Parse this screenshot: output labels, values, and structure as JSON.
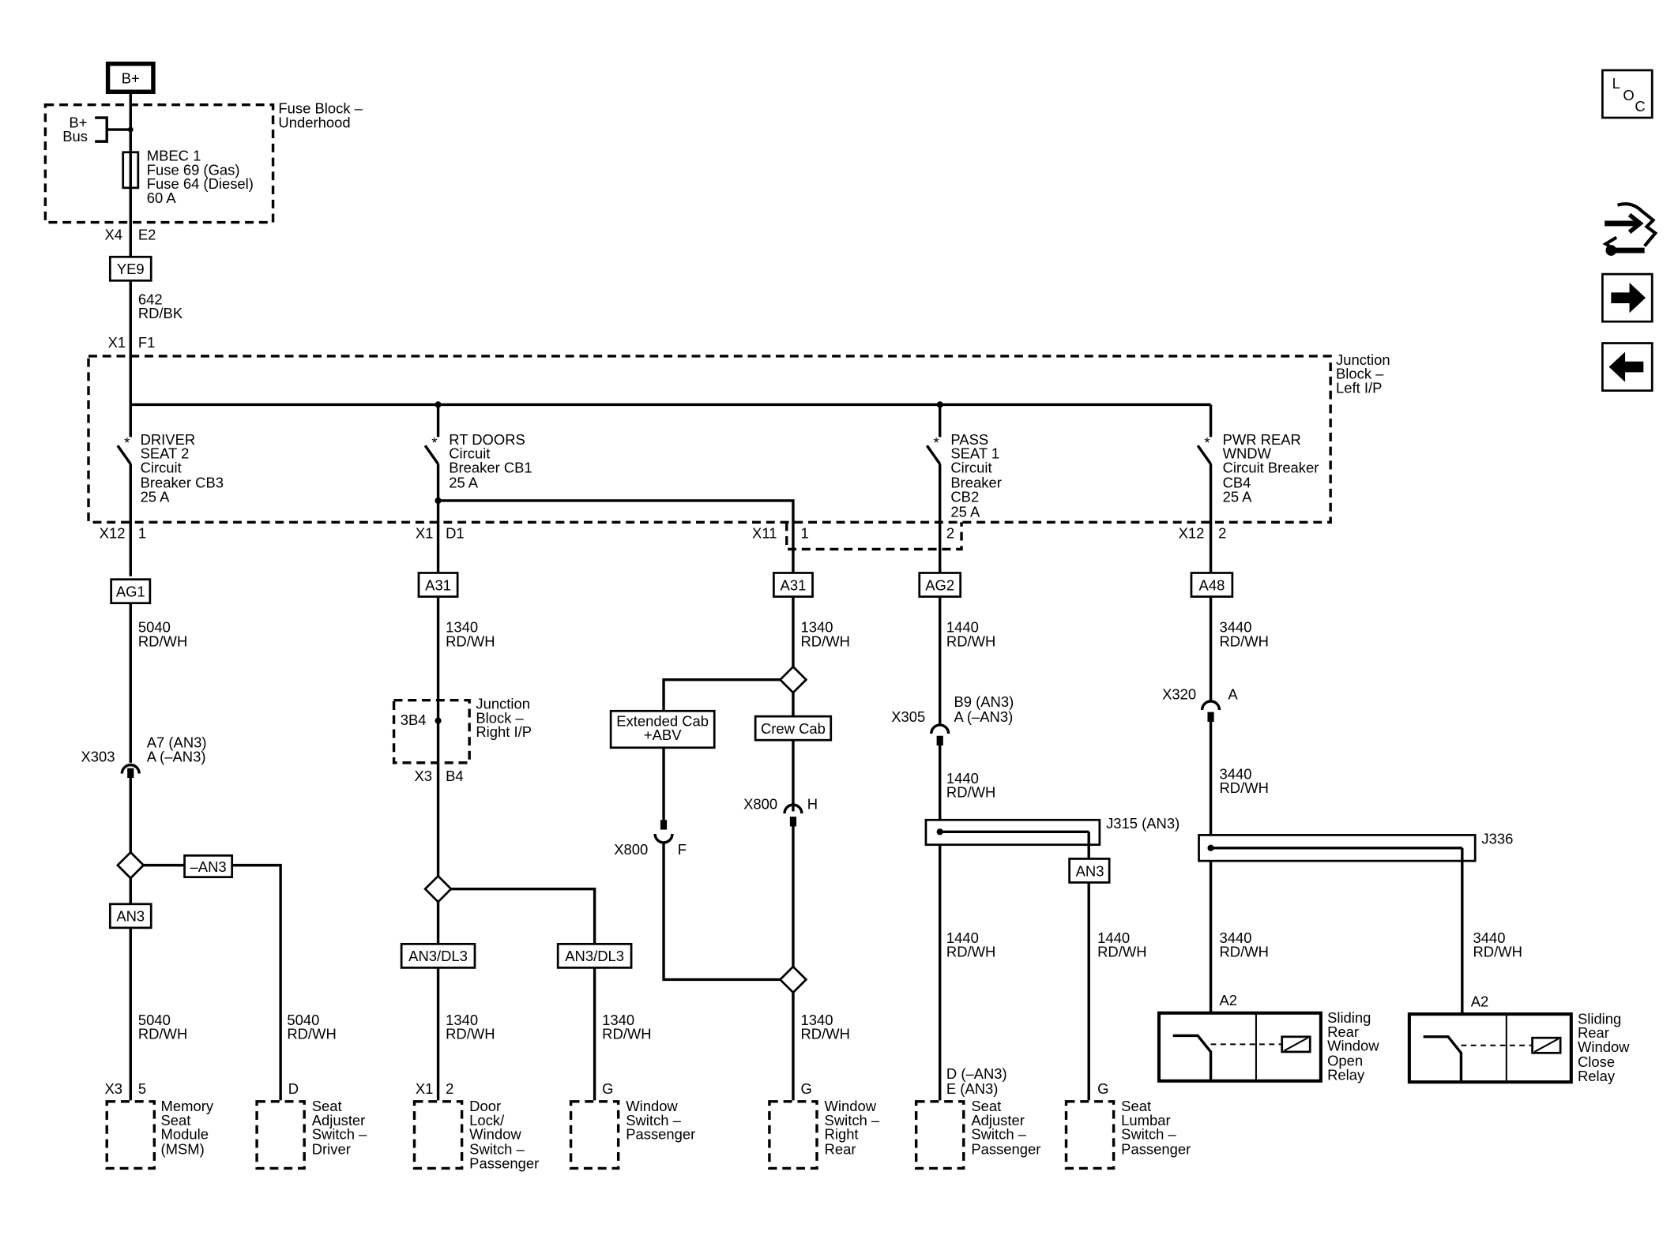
{
  "power": {
    "source": "B+"
  },
  "fuse_block": {
    "title_1": "Fuse Block –",
    "title_2": "Underhood",
    "bus_1": "B+",
    "bus_2": "Bus",
    "fuse_1": "MBEC 1",
    "fuse_2": "Fuse 69 (Gas)",
    "fuse_3": "Fuse 64 (Diesel)",
    "fuse_4": "60 A",
    "conn": "X4",
    "pin": "E2"
  },
  "feed": {
    "option": "YE9",
    "circuit": "642",
    "color": "RD/BK",
    "conn": "X1",
    "pin": "F1"
  },
  "junction_block": {
    "title_1": "Junction",
    "title_2": "Block –",
    "title_3": "Left I/P"
  },
  "breakers": {
    "cb3": {
      "l1": "DRIVER",
      "l2": "SEAT 2",
      "l3": "Circuit",
      "l4": "Breaker CB3",
      "l5": "25 A",
      "conn": "X12",
      "pin": "1"
    },
    "cb1": {
      "l1": "RT DOORS",
      "l2": "Circuit",
      "l3": "Breaker CB1",
      "l4": "25 A",
      "conn": "X1",
      "pin": "D1",
      "conn2": "X11",
      "pin2": "1"
    },
    "cb2": {
      "l1": "PASS",
      "l2": "SEAT 1",
      "l3": "Circuit",
      "l4": "Breaker",
      "l5": "CB2",
      "l6": "25 A",
      "pin": "2"
    },
    "cb4": {
      "l1": "PWR REAR",
      "l2": "WNDW",
      "l3": "Circuit Breaker",
      "l4": "CB4",
      "l5": "25 A",
      "conn": "X12",
      "pin": "2"
    }
  },
  "branch_driver": {
    "option": "AG1",
    "circuit": "5040",
    "color": "RD/WH",
    "inline": "X303",
    "pin_a": "A7 (AN3)",
    "pin_b": "A (–AN3)",
    "opt_no": "–AN3",
    "opt_yes": "AN3",
    "wire1_circuit": "5040",
    "wire1_color": "RD/WH",
    "wire2_circuit": "5040",
    "wire2_color": "RD/WH"
  },
  "branch_rtdoors": {
    "option": "A31",
    "circuit": "1340",
    "color": "RD/WH",
    "jb_pin": "3B4",
    "jb_1": "Junction",
    "jb_2": "Block –",
    "jb_3": "Right I/P",
    "jb_conn": "X3",
    "jb_conn_pin": "B4",
    "opt_left": "AN3/DL3",
    "opt_right": "AN3/DL3",
    "wire1_circuit": "1340",
    "wire1_color": "RD/WH",
    "wire2_circuit": "1340",
    "wire2_color": "RD/WH"
  },
  "branch_rear": {
    "option": "A31",
    "circuit": "1340",
    "color": "RD/WH",
    "ext_1": "Extended Cab",
    "ext_2": "+ABV",
    "crew": "Crew Cab",
    "inline_h": "X800",
    "pin_h": "H",
    "inline_f": "X800",
    "pin_f": "F",
    "wire_circuit": "1340",
    "wire_color": "RD/WH"
  },
  "branch_pass": {
    "option": "AG2",
    "circuit": "1440",
    "color": "RD/WH",
    "inline": "X305",
    "pin_a": "B9 (AN3)",
    "pin_b": "A (–AN3)",
    "wire2_circuit": "1440",
    "wire2_color": "RD/WH",
    "splice": "J315 (AN3)",
    "opt": "AN3",
    "wire3_circuit": "1440",
    "wire3_color": "RD/WH",
    "wire4_circuit": "1440",
    "wire4_color": "RD/WH"
  },
  "branch_pwr": {
    "option": "A48",
    "circuit": "3440",
    "color": "RD/WH",
    "inline": "X320",
    "pin": "A",
    "wire2_circuit": "3440",
    "wire2_color": "RD/WH",
    "splice": "J336",
    "wire3_circuit": "3440",
    "wire3_color": "RD/WH",
    "wire4_circuit": "3440",
    "wire4_color": "RD/WH"
  },
  "relays": {
    "open": {
      "pin": "A2",
      "l1": "Sliding",
      "l2": "Rear",
      "l3": "Window",
      "l4": "Open",
      "l5": "Relay"
    },
    "close": {
      "pin": "A2",
      "l1": "Sliding",
      "l2": "Rear",
      "l3": "Window",
      "l4": "Close",
      "l5": "Relay"
    }
  },
  "components": {
    "msm": {
      "conn": "X3",
      "pin": "5",
      "l1": "Memory",
      "l2": "Seat",
      "l3": "Module",
      "l4": "(MSM)"
    },
    "seat_adj_driver": {
      "pin": "D",
      "l1": "Seat",
      "l2": "Adjuster",
      "l3": "Switch –",
      "l4": "Driver"
    },
    "door_lock": {
      "conn": "X1",
      "pin": "2",
      "l1": "Door",
      "l2": "Lock/",
      "l3": "Window",
      "l4": "Switch –",
      "l5": "Passenger"
    },
    "win_pass": {
      "pin": "G",
      "l1": "Window",
      "l2": "Switch –",
      "l3": "Passenger"
    },
    "win_rr": {
      "pin": "G",
      "l1": "Window",
      "l2": "Switch –",
      "l3": "Right",
      "l4": "Rear"
    },
    "seat_adj_pass": {
      "pin_1": "D (–AN3)",
      "pin_2": "E (AN3)",
      "l1": "Seat",
      "l2": "Adjuster",
      "l3": "Switch –",
      "l4": "Passenger"
    },
    "lumbar": {
      "pin": "G",
      "l1": "Seat",
      "l2": "Lumbar",
      "l3": "Switch –",
      "l4": "Passenger"
    }
  },
  "nav": {
    "loc_1": "L",
    "loc_2": "O",
    "loc_3": "C"
  },
  "icons": [
    "loc-icon",
    "wrench-connector-icon",
    "arrow-right-icon",
    "arrow-left-icon"
  ]
}
